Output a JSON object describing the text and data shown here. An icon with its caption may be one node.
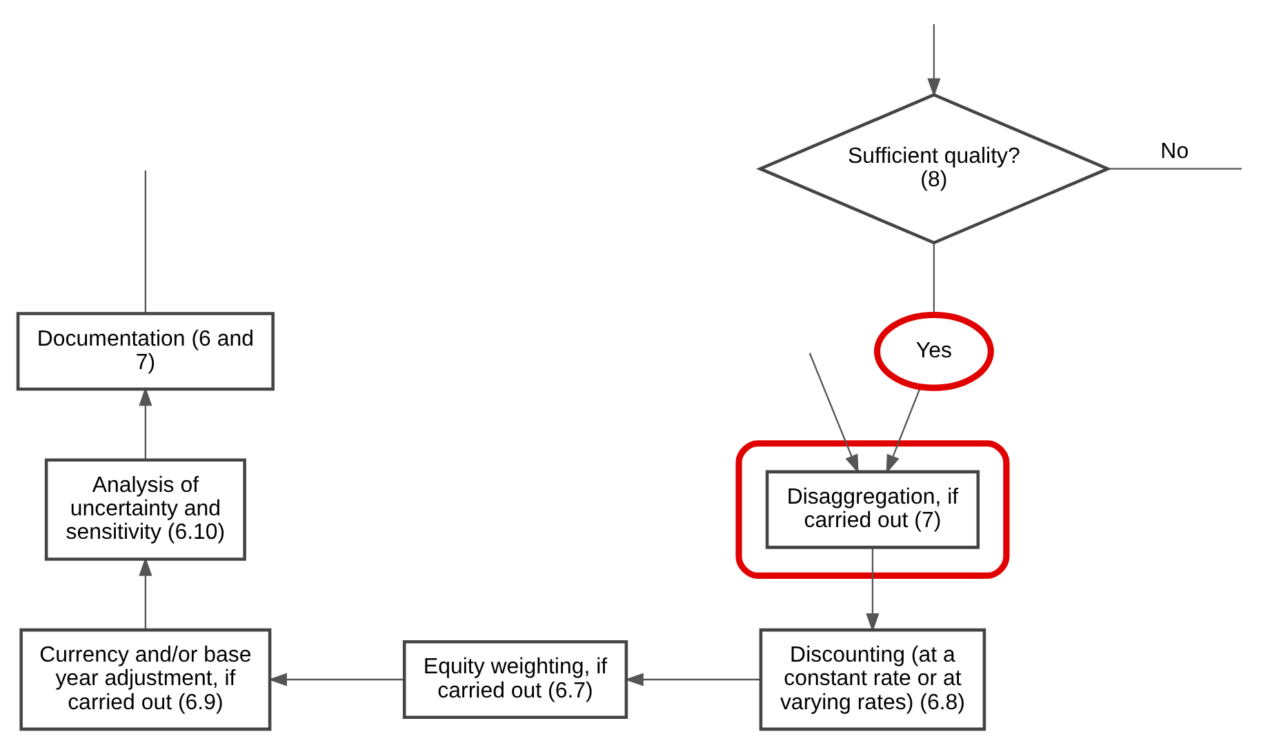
{
  "diagram": {
    "nodes": [
      {
        "text": [
          "Documentation (6 and 7)"
        ]
      },
      {
        "text": [
          "Sufficient quality? (8)"
        ]
      },
      {
        "text": [
          "Analysis of uncertainty and sensitivity (6.10)"
        ]
      },
      {
        "text": [
          "Yes"
        ]
      },
      {
        "text": [],
        "shape": "ellipse"
      },
      {
        "text": [
          "Disaggregation, if carried out (7)"
        ],
        "in": 4
      },
      {
        "text": [
          "Currency and/or base year adjustment, if carried out (6.9)"
        ]
      },
      {
        "text": [
          "Equity weighting, if carried out (6.7)"
        ]
      },
      {
        "text": [
          "Discounting (at a constant rate or at varying rates) (6.8)"
        ]
      }
    ],
    "edges": [
      {
        "from": 1,
        "to": null,
        "arrow": "none",
        "label": "No"
      },
      {
        "from": null,
        "to": 1,
        "arrow": "to"
      },
      {
        "from": 1,
        "to": 3,
        "arrow": "none"
      },
      {
        "from": 3,
        "to": 5,
        "arrow": "to"
      },
      {
        "from": null,
        "to": 5,
        "arrow": "to"
      },
      {
        "from": 5,
        "to": 8,
        "arrow": "to"
      },
      {
        "from": 8,
        "to": 7,
        "arrow": "to"
      },
      {
        "from": 7,
        "to": 6,
        "arrow": "to"
      },
      {
        "from": 6,
        "to": 2,
        "arrow": "to"
      },
      {
        "from": 2,
        "to": 0,
        "arrow": "to"
      },
      {
        "from": 0,
        "to": null,
        "arrow": "none"
      }
    ]
  }
}
